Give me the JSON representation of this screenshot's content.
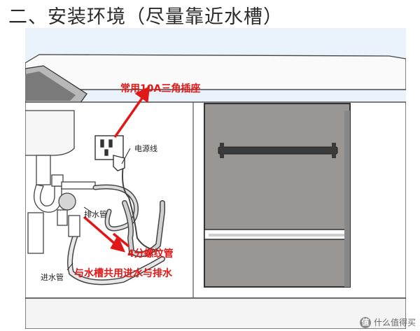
{
  "title": "二、安装环境（尽量靠近水槽）",
  "callouts": {
    "socket": "常用10A三角插座",
    "power_cord": "电源线",
    "drain_pipe": "排水管",
    "thread_pipe": "4分螺纹管",
    "inlet_pipe": "进水管",
    "shared": "与水槽共用进水与排水"
  },
  "watermark": {
    "badge": "值",
    "text": "什么值得买"
  },
  "colors": {
    "accent": "#e01818",
    "panel": "#eaf2fb",
    "appliance": "#9a9693"
  }
}
